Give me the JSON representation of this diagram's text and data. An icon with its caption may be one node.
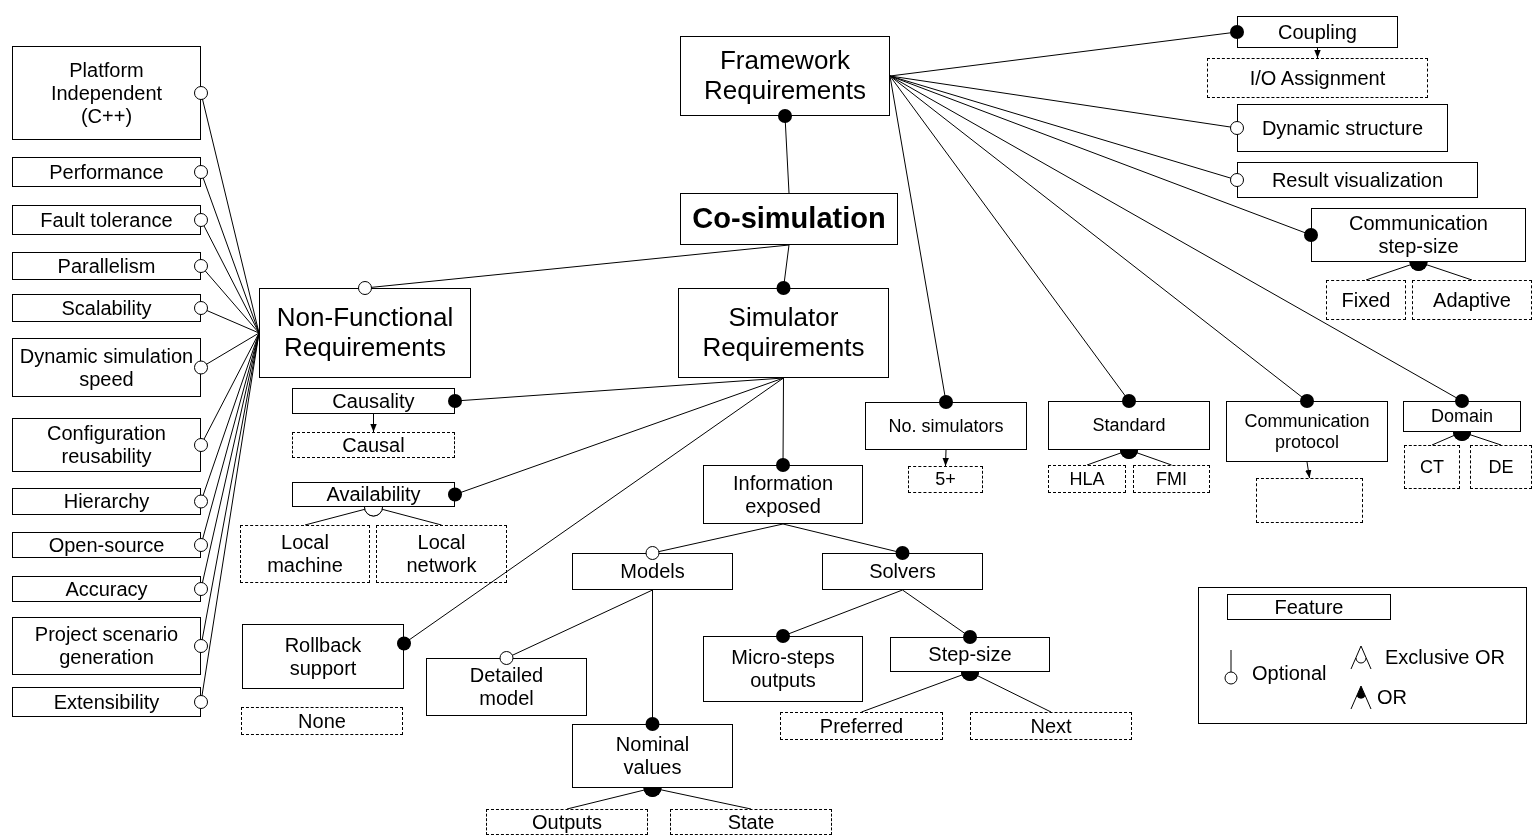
{
  "diagram": {
    "nodes": [
      {
        "text": [
          "Framework Requirements"
        ]
      },
      {
        "text": [
          "Co-simulation"
        ]
      },
      {
        "text": [
          "Non-Functional Requirements"
        ]
      },
      {
        "text": [
          "Simulator Requirements"
        ]
      },
      {
        "text": [
          "Coupling"
        ]
      },
      {
        "text": [
          "I/O Assignment"
        ]
      },
      {
        "text": [
          "Dynamic structure"
        ]
      },
      {
        "text": [
          "Result visualization"
        ]
      },
      {
        "text": [
          "Communication step-size"
        ]
      },
      {
        "text": [
          "Fixed"
        ]
      },
      {
        "text": [
          "Adaptive"
        ]
      },
      {
        "text": [
          "No. simulators"
        ]
      },
      {
        "text": [
          "5+"
        ]
      },
      {
        "text": [
          "Standard"
        ]
      },
      {
        "text": [
          "HLA"
        ]
      },
      {
        "text": [
          "FMI"
        ]
      },
      {
        "text": [
          "Communication protocol"
        ]
      },
      {
        "text": [],
        "shape": "box"
      },
      {
        "text": [
          "Domain"
        ]
      },
      {
        "text": [
          "CT"
        ]
      },
      {
        "text": [
          "DE"
        ]
      },
      {
        "text": [
          "Platform Independent (C++)"
        ]
      },
      {
        "text": [
          "Performance"
        ]
      },
      {
        "text": [
          "Fault tolerance"
        ]
      },
      {
        "text": [
          "Parallelism"
        ]
      },
      {
        "text": [
          "Scalability"
        ]
      },
      {
        "text": [
          "Dynamic simulation speed"
        ]
      },
      {
        "text": [
          "Configuration reusability"
        ]
      },
      {
        "text": [
          "Hierarchy"
        ]
      },
      {
        "text": [
          "Open-source"
        ]
      },
      {
        "text": [
          "Accuracy"
        ]
      },
      {
        "text": [
          "Project scenario generation"
        ]
      },
      {
        "text": [
          "Extensibility"
        ]
      },
      {
        "text": [
          "Causality"
        ]
      },
      {
        "text": [
          "Causal"
        ]
      },
      {
        "text": [
          "Availability"
        ]
      },
      {
        "text": [
          "Local machine"
        ]
      },
      {
        "text": [
          "Local network"
        ]
      },
      {
        "text": [
          "Rollback support"
        ]
      },
      {
        "text": [
          "None"
        ]
      },
      {
        "text": [
          "Information exposed"
        ]
      },
      {
        "text": [
          "Models"
        ]
      },
      {
        "text": [
          "Solvers"
        ]
      },
      {
        "text": [
          "Detailed model"
        ]
      },
      {
        "text": [
          "Nominal values"
        ]
      },
      {
        "text": [
          "Outputs"
        ]
      },
      {
        "text": [
          "State"
        ]
      },
      {
        "text": [
          "Micro-steps outputs"
        ]
      },
      {
        "text": [
          "Step-size"
        ]
      },
      {
        "text": [
          "Preferred"
        ]
      },
      {
        "text": [
          "Next"
        ]
      }
    ],
    "edges": [
      {
        "from": 1,
        "to": 0,
        "arrow": "other"
      },
      {
        "from": 1,
        "to": 2,
        "arrow": "other"
      },
      {
        "from": 1,
        "to": 3,
        "arrow": "other"
      },
      {
        "from": 2,
        "to": 21,
        "arrow": "other"
      },
      {
        "from": 2,
        "to": 22,
        "arrow": "other"
      },
      {
        "from": 2,
        "to": 23,
        "arrow": "other"
      },
      {
        "from": 2,
        "to": 24,
        "arrow": "other"
      },
      {
        "from": 2,
        "to": 25,
        "arrow": "other"
      },
      {
        "from": 2,
        "to": 26,
        "arrow": "other"
      },
      {
        "from": 2,
        "to": 27,
        "arrow": "other"
      },
      {
        "from": 2,
        "to": 28,
        "arrow": "other"
      },
      {
        "from": 2,
        "to": 29,
        "arrow": "other"
      },
      {
        "from": 2,
        "to": 30,
        "arrow": "other"
      },
      {
        "from": 2,
        "to": 31,
        "arrow": "other"
      },
      {
        "from": 2,
        "to": 32,
        "arrow": "other"
      },
      {
        "from": 3,
        "to": 33,
        "arrow": "other"
      },
      {
        "from": 33,
        "to": 34,
        "arrow": "to"
      },
      {
        "from": 3,
        "to": 35,
        "arrow": "other"
      },
      {
        "from": 35,
        "to": 36,
        "arrow": "other"
      },
      {
        "from": 35,
        "to": 37,
        "arrow": "other"
      },
      {
        "from": 3,
        "to": 38,
        "arrow": "other"
      },
      {
        "from": 3,
        "to": 40,
        "arrow": "other"
      },
      {
        "from": 40,
        "to": 41,
        "arrow": "other"
      },
      {
        "from": 40,
        "to": 42,
        "arrow": "other"
      },
      {
        "from": 41,
        "to": 43,
        "arrow": "other"
      },
      {
        "from": 41,
        "to": 44,
        "arrow": "other"
      },
      {
        "from": 44,
        "to": 45,
        "arrow": "other"
      },
      {
        "from": 44,
        "to": 46,
        "arrow": "other"
      },
      {
        "from": 42,
        "to": 47,
        "arrow": "other"
      },
      {
        "from": 42,
        "to": 48,
        "arrow": "other"
      },
      {
        "from": 48,
        "to": 49,
        "arrow": "other"
      },
      {
        "from": 48,
        "to": 50,
        "arrow": "other"
      },
      {
        "from": 0,
        "to": 4,
        "arrow": "other"
      },
      {
        "from": 4,
        "to": 5,
        "arrow": "to"
      },
      {
        "from": 0,
        "to": 6,
        "arrow": "other"
      },
      {
        "from": 0,
        "to": 7,
        "arrow": "other"
      },
      {
        "from": 0,
        "to": 8,
        "arrow": "other"
      },
      {
        "from": 8,
        "to": 9,
        "arrow": "other"
      },
      {
        "from": 8,
        "to": 10,
        "arrow": "other"
      },
      {
        "from": 0,
        "to": 11,
        "arrow": "other"
      },
      {
        "from": 11,
        "to": 12,
        "arrow": "to"
      },
      {
        "from": 0,
        "to": 13,
        "arrow": "other"
      },
      {
        "from": 13,
        "to": 14,
        "arrow": "other"
      },
      {
        "from": 13,
        "to": 15,
        "arrow": "other"
      },
      {
        "from": 0,
        "to": 16,
        "arrow": "other"
      },
      {
        "from": 16,
        "to": 17,
        "arrow": "to"
      },
      {
        "from": 0,
        "to": 18,
        "arrow": "other"
      },
      {
        "from": 18,
        "to": 19,
        "arrow": "other"
      },
      {
        "from": 18,
        "to": 20,
        "arrow": "other"
      }
    ],
    "legend": [
      {
        "text": "Feature"
      },
      {
        "text": "Optional"
      },
      {
        "text": "Exclusive OR"
      },
      {
        "text": "OR"
      }
    ]
  }
}
